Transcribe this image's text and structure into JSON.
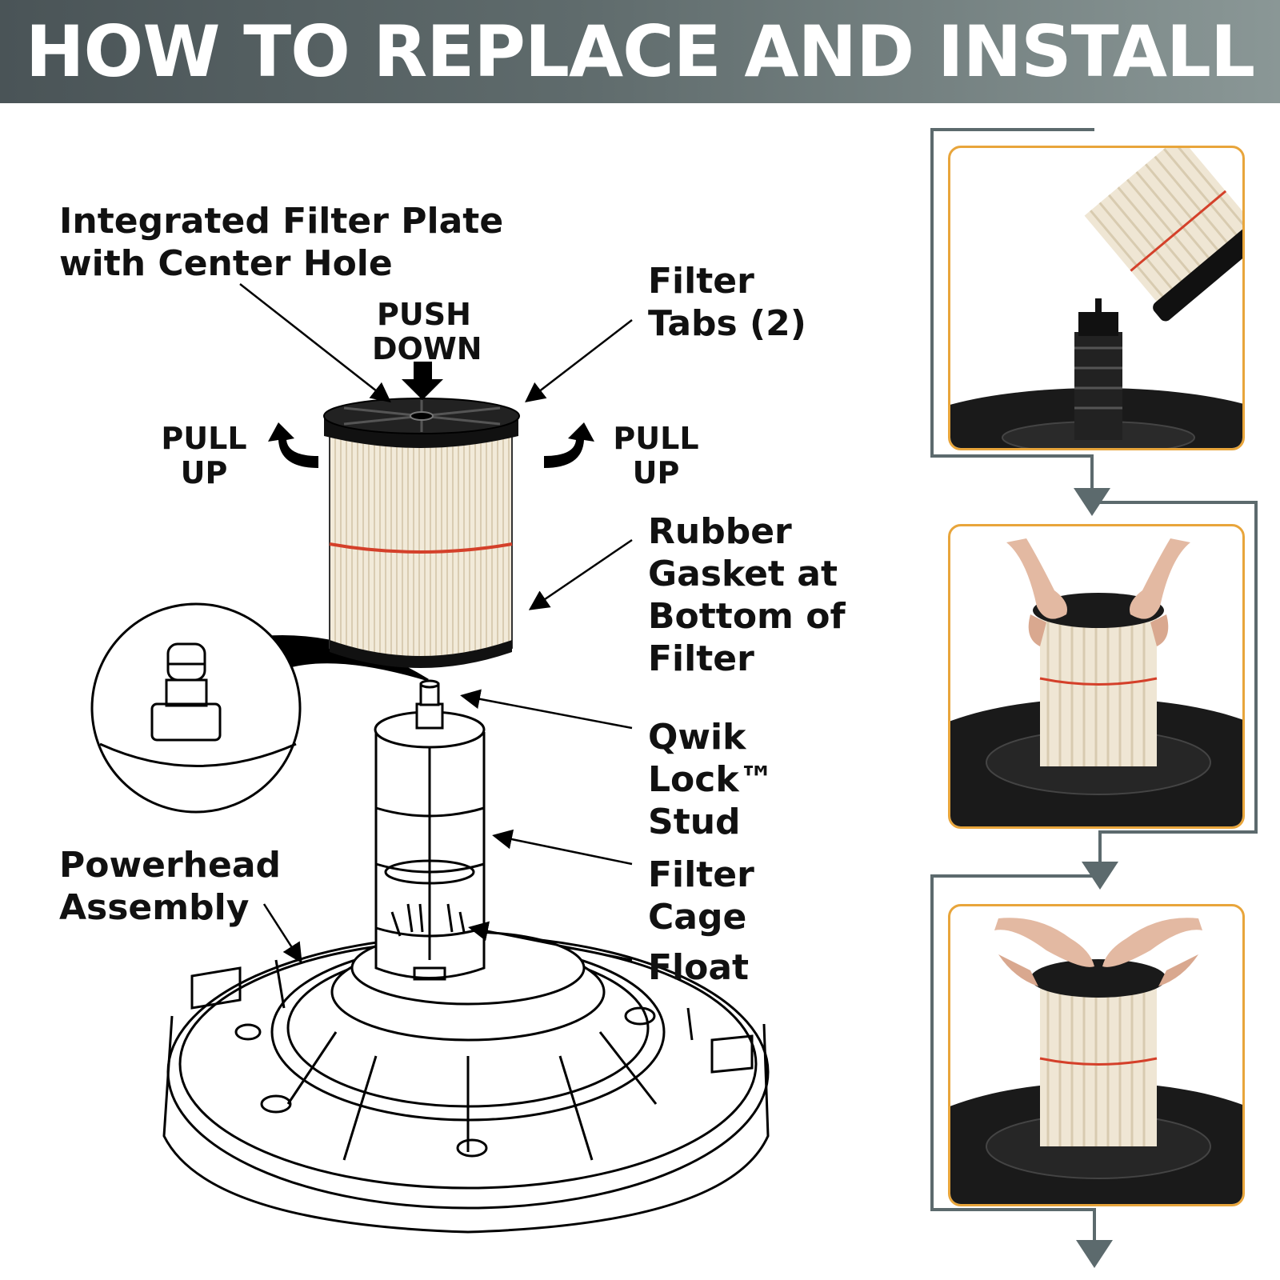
{
  "banner": {
    "title": "HOW TO REPLACE AND INSTALL",
    "color": "#5c6769"
  },
  "labels": {
    "filter_plate": "Integrated Filter Plate\nwith Center Hole",
    "push_down": "PUSH\nDOWN",
    "filter_tabs": "Filter\nTabs (2)",
    "pull_up_left": "PULL\nUP",
    "pull_up_right": "PULL\nUP",
    "rubber_gasket": "Rubber\nGasket at\nBottom of\nFilter",
    "qwik_lock": "Qwik\nLock™\nStud",
    "filter_cage": "Filter\nCage",
    "float": "Float",
    "powerhead": "Powerhead\nAssembly"
  },
  "steps": [
    {
      "icon": "filter-above-cage-photo"
    },
    {
      "icon": "hands-placing-filter-photo"
    },
    {
      "icon": "hands-pressing-filter-photo"
    }
  ],
  "colors": {
    "frame": "#e8a53b",
    "flow_line": "#5c6a6d",
    "filter_stripe": "#d4402a",
    "filter_body": "#efe6d4"
  }
}
